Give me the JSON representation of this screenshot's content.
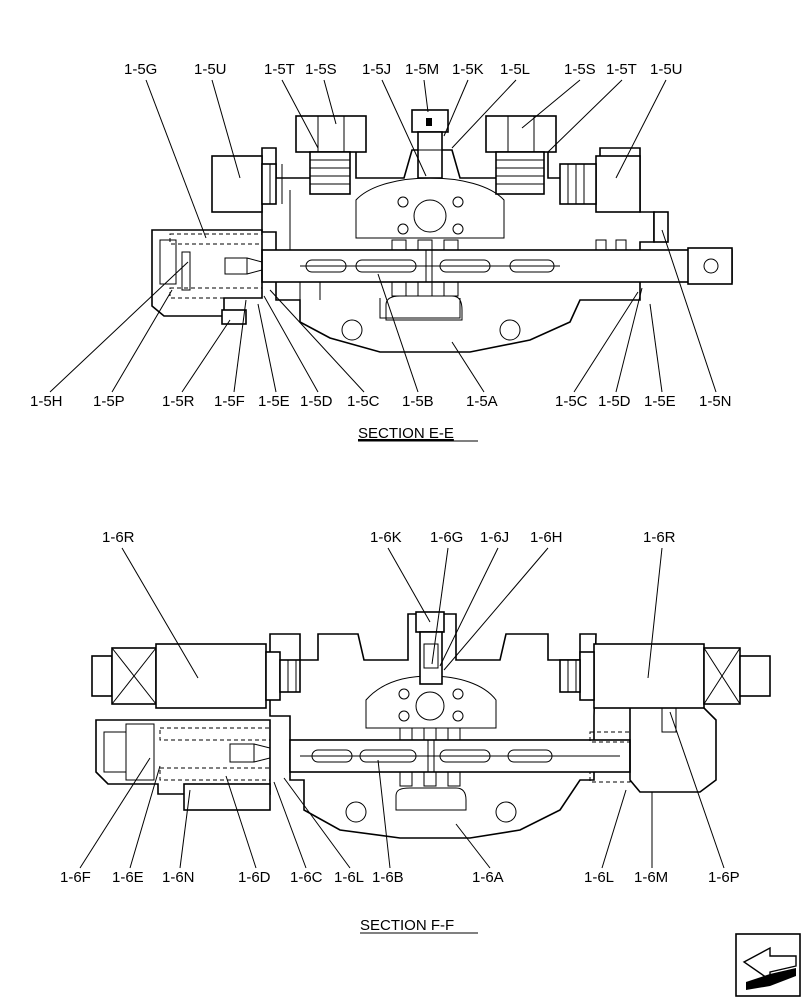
{
  "sections": [
    {
      "title": "SECTION  E-E",
      "labels_top": [
        "1-5G",
        "1-5U",
        "1-5T",
        "1-5S",
        "1-5J",
        "1-5M",
        "1-5K",
        "1-5L",
        "1-5S",
        "1-5T",
        "1-5U"
      ],
      "labels_bottom": [
        "1-5H",
        "1-5P",
        "1-5R",
        "1-5F",
        "1-5E",
        "1-5D",
        "1-5C",
        "1-5B",
        "1-5A",
        "1-5C",
        "1-5D",
        "1-5E",
        "1-5N"
      ]
    },
    {
      "title": "SECTION  F-F",
      "labels_top": [
        "1-6R",
        "1-6K",
        "1-6G",
        "1-6J",
        "1-6H",
        "1-6R"
      ],
      "labels_bottom": [
        "1-6F",
        "1-6E",
        "1-6N",
        "1-6D",
        "1-6C",
        "1-6L",
        "1-6B",
        "1-6A",
        "1-6L",
        "1-6M",
        "1-6P"
      ]
    }
  ],
  "nav_icon": "previous-page-arrow-icon"
}
